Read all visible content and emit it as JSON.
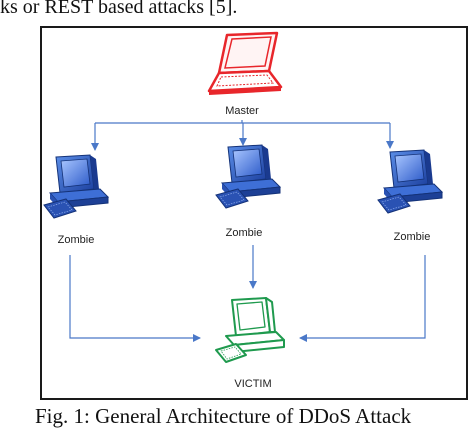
{
  "header": {
    "text": "ks or REST based attacks [5]."
  },
  "diagram": {
    "master_label": "Master",
    "zombie_left_label": "Zombie",
    "zombie_center_label": "Zombie",
    "zombie_right_label": "Zombie",
    "victim_label": "VICTIM"
  },
  "caption": "Fig. 1: General Architecture of DDoS Attack",
  "colors": {
    "master": "#e8262b",
    "zombie": "#2756c4",
    "victim": "#1f9a4e",
    "arrow": "#4a78c8"
  },
  "icons": {
    "master": "laptop-icon",
    "zombie": "desktop-computer-icon",
    "victim": "desktop-computer-icon"
  }
}
